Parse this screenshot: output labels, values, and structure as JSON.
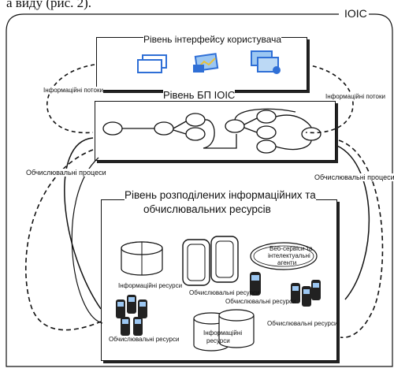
{
  "header": {
    "top_text": "а виду (рис. 2)."
  },
  "frame": {
    "label": "ІОІС"
  },
  "layers": {
    "ui": {
      "title": "Рівень інтерфейсу користувача"
    },
    "bp": {
      "title": "Рівень БП ІОІС"
    },
    "resources": {
      "title_line1": "Рівень розподілених інформаційних та",
      "title_line2": "обчислювальних ресурсів"
    }
  },
  "flows": {
    "info_left": "Інформаційні потоки",
    "info_right": "Інформаційні потоки",
    "compute_left": "Обчислювальні процеси",
    "compute_right": "Обчислювальні процеси"
  },
  "resources": {
    "info_res_1": "Інформаційні ресурси",
    "compute_res_1": "Обчислювальні ресурси",
    "compute_res_2": "Обчислювальні ресурси",
    "compute_res_3": "Обчислювальні ресурси",
    "compute_res_4": "Обчислювальні ресурси",
    "webservices_line1": "Веб-сервіси та",
    "webservices_line2": "інтелектуальні",
    "webservices_line3": "агенти",
    "info_res_2_line1": "Інформаційні",
    "info_res_2_line2": "ресурси"
  },
  "colors": {
    "line": "#111111",
    "icon_blue": "#2f6fd6",
    "icon_light": "#9cc7f2",
    "icon_yellow": "#e8c23a"
  }
}
